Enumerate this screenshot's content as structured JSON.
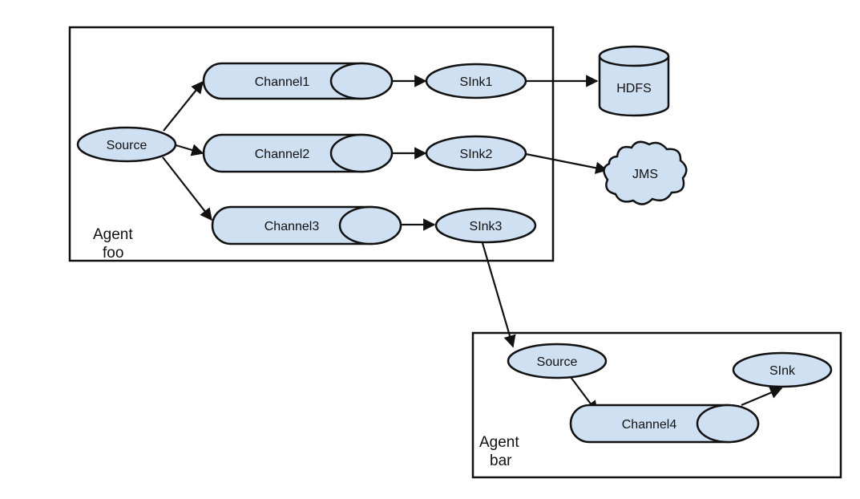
{
  "agents": {
    "foo": {
      "line1": "Agent",
      "line2": "foo"
    },
    "bar": {
      "line1": "Agent",
      "line2": "bar"
    }
  },
  "nodes": {
    "foo_source": "Source",
    "channel1": "Channel1",
    "channel2": "Channel2",
    "channel3": "Channel3",
    "sink1": "SInk1",
    "sink2": "SInk2",
    "sink3": "SInk3",
    "hdfs": "HDFS",
    "jms": "JMS",
    "bar_source": "Source",
    "channel4": "Channel4",
    "bar_sink": "SInk"
  },
  "colors": {
    "fill": "#cfe0f3",
    "stroke": "#111111"
  }
}
